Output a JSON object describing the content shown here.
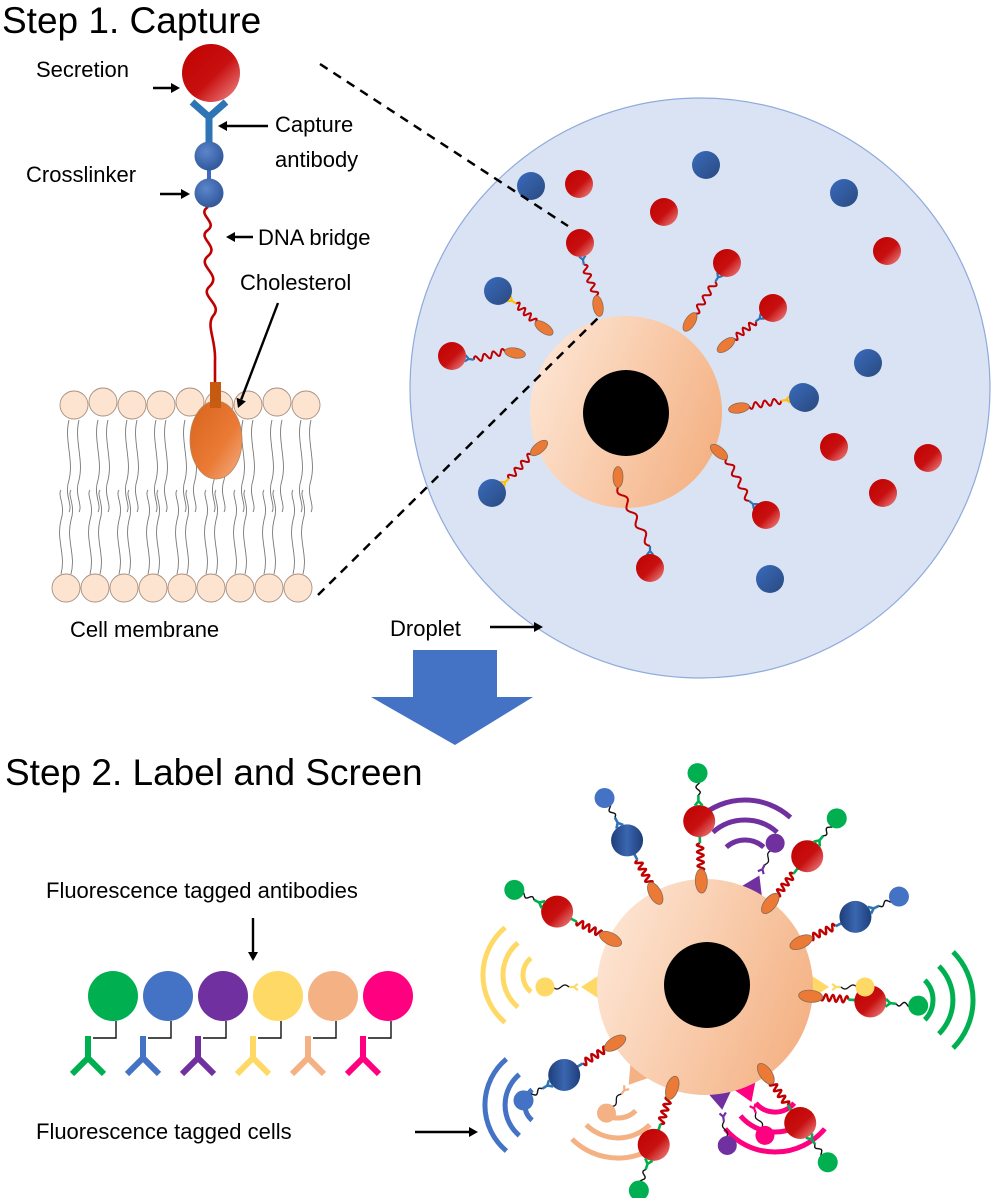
{
  "step1": {
    "title": "Step 1. Capture",
    "labels": {
      "secretion": "Secretion",
      "capture_antibody_line1": "Capture",
      "capture_antibody_line2": "antibody",
      "crosslinker": "Crosslinker",
      "dna_bridge": "DNA bridge",
      "cholesterol": "Cholesterol",
      "cell_membrane": "Cell membrane",
      "droplet": "Droplet"
    }
  },
  "step2": {
    "title": "Step 2. Label and Screen",
    "labels": {
      "fluorescence_antibodies": "Fluorescence tagged antibodies",
      "fluorescence_cells": "Fluorescence tagged cells"
    },
    "antibody_palette": [
      {
        "name": "green",
        "color": "#00b050"
      },
      {
        "name": "blue",
        "color": "#4472c4"
      },
      {
        "name": "purple",
        "color": "#7030a0"
      },
      {
        "name": "yellow",
        "color": "#ffd966"
      },
      {
        "name": "peach",
        "color": "#f4b183"
      },
      {
        "name": "pink",
        "color": "#ff0080"
      }
    ]
  },
  "colors": {
    "secretion_red": "#c00000",
    "crosslinker_blue": "#2f5597",
    "capture_blue": "#2e75b6",
    "dna_red": "#c00000",
    "cholesterol_orange": "#e07030",
    "membrane_head": "#fde4d0",
    "droplet_fill": "#dae3f3",
    "cell_fill": "#f8cbad",
    "nucleus": "#000000",
    "arrow_blue": "#4472c4"
  }
}
